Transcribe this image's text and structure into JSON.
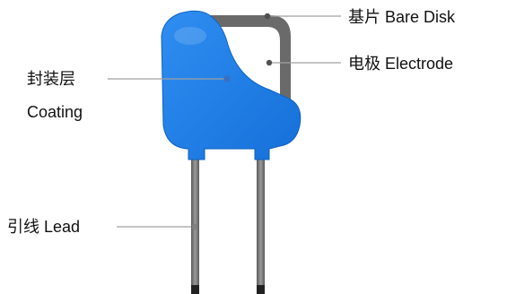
{
  "labels": {
    "bare_disk": "基片 Bare Disk",
    "electrode": "电极  Electrode",
    "coating_line1": "封装层",
    "coating_line2": "Coating",
    "lead": "引线 Lead"
  },
  "colors": {
    "coating": "#1a7ee8",
    "coating_highlight": "#2f8ef2",
    "electrode": "#6a6a6a",
    "lead": "#7b7b7b",
    "leader_line": "#a0a0a0",
    "marker": "#3a6fbf"
  }
}
